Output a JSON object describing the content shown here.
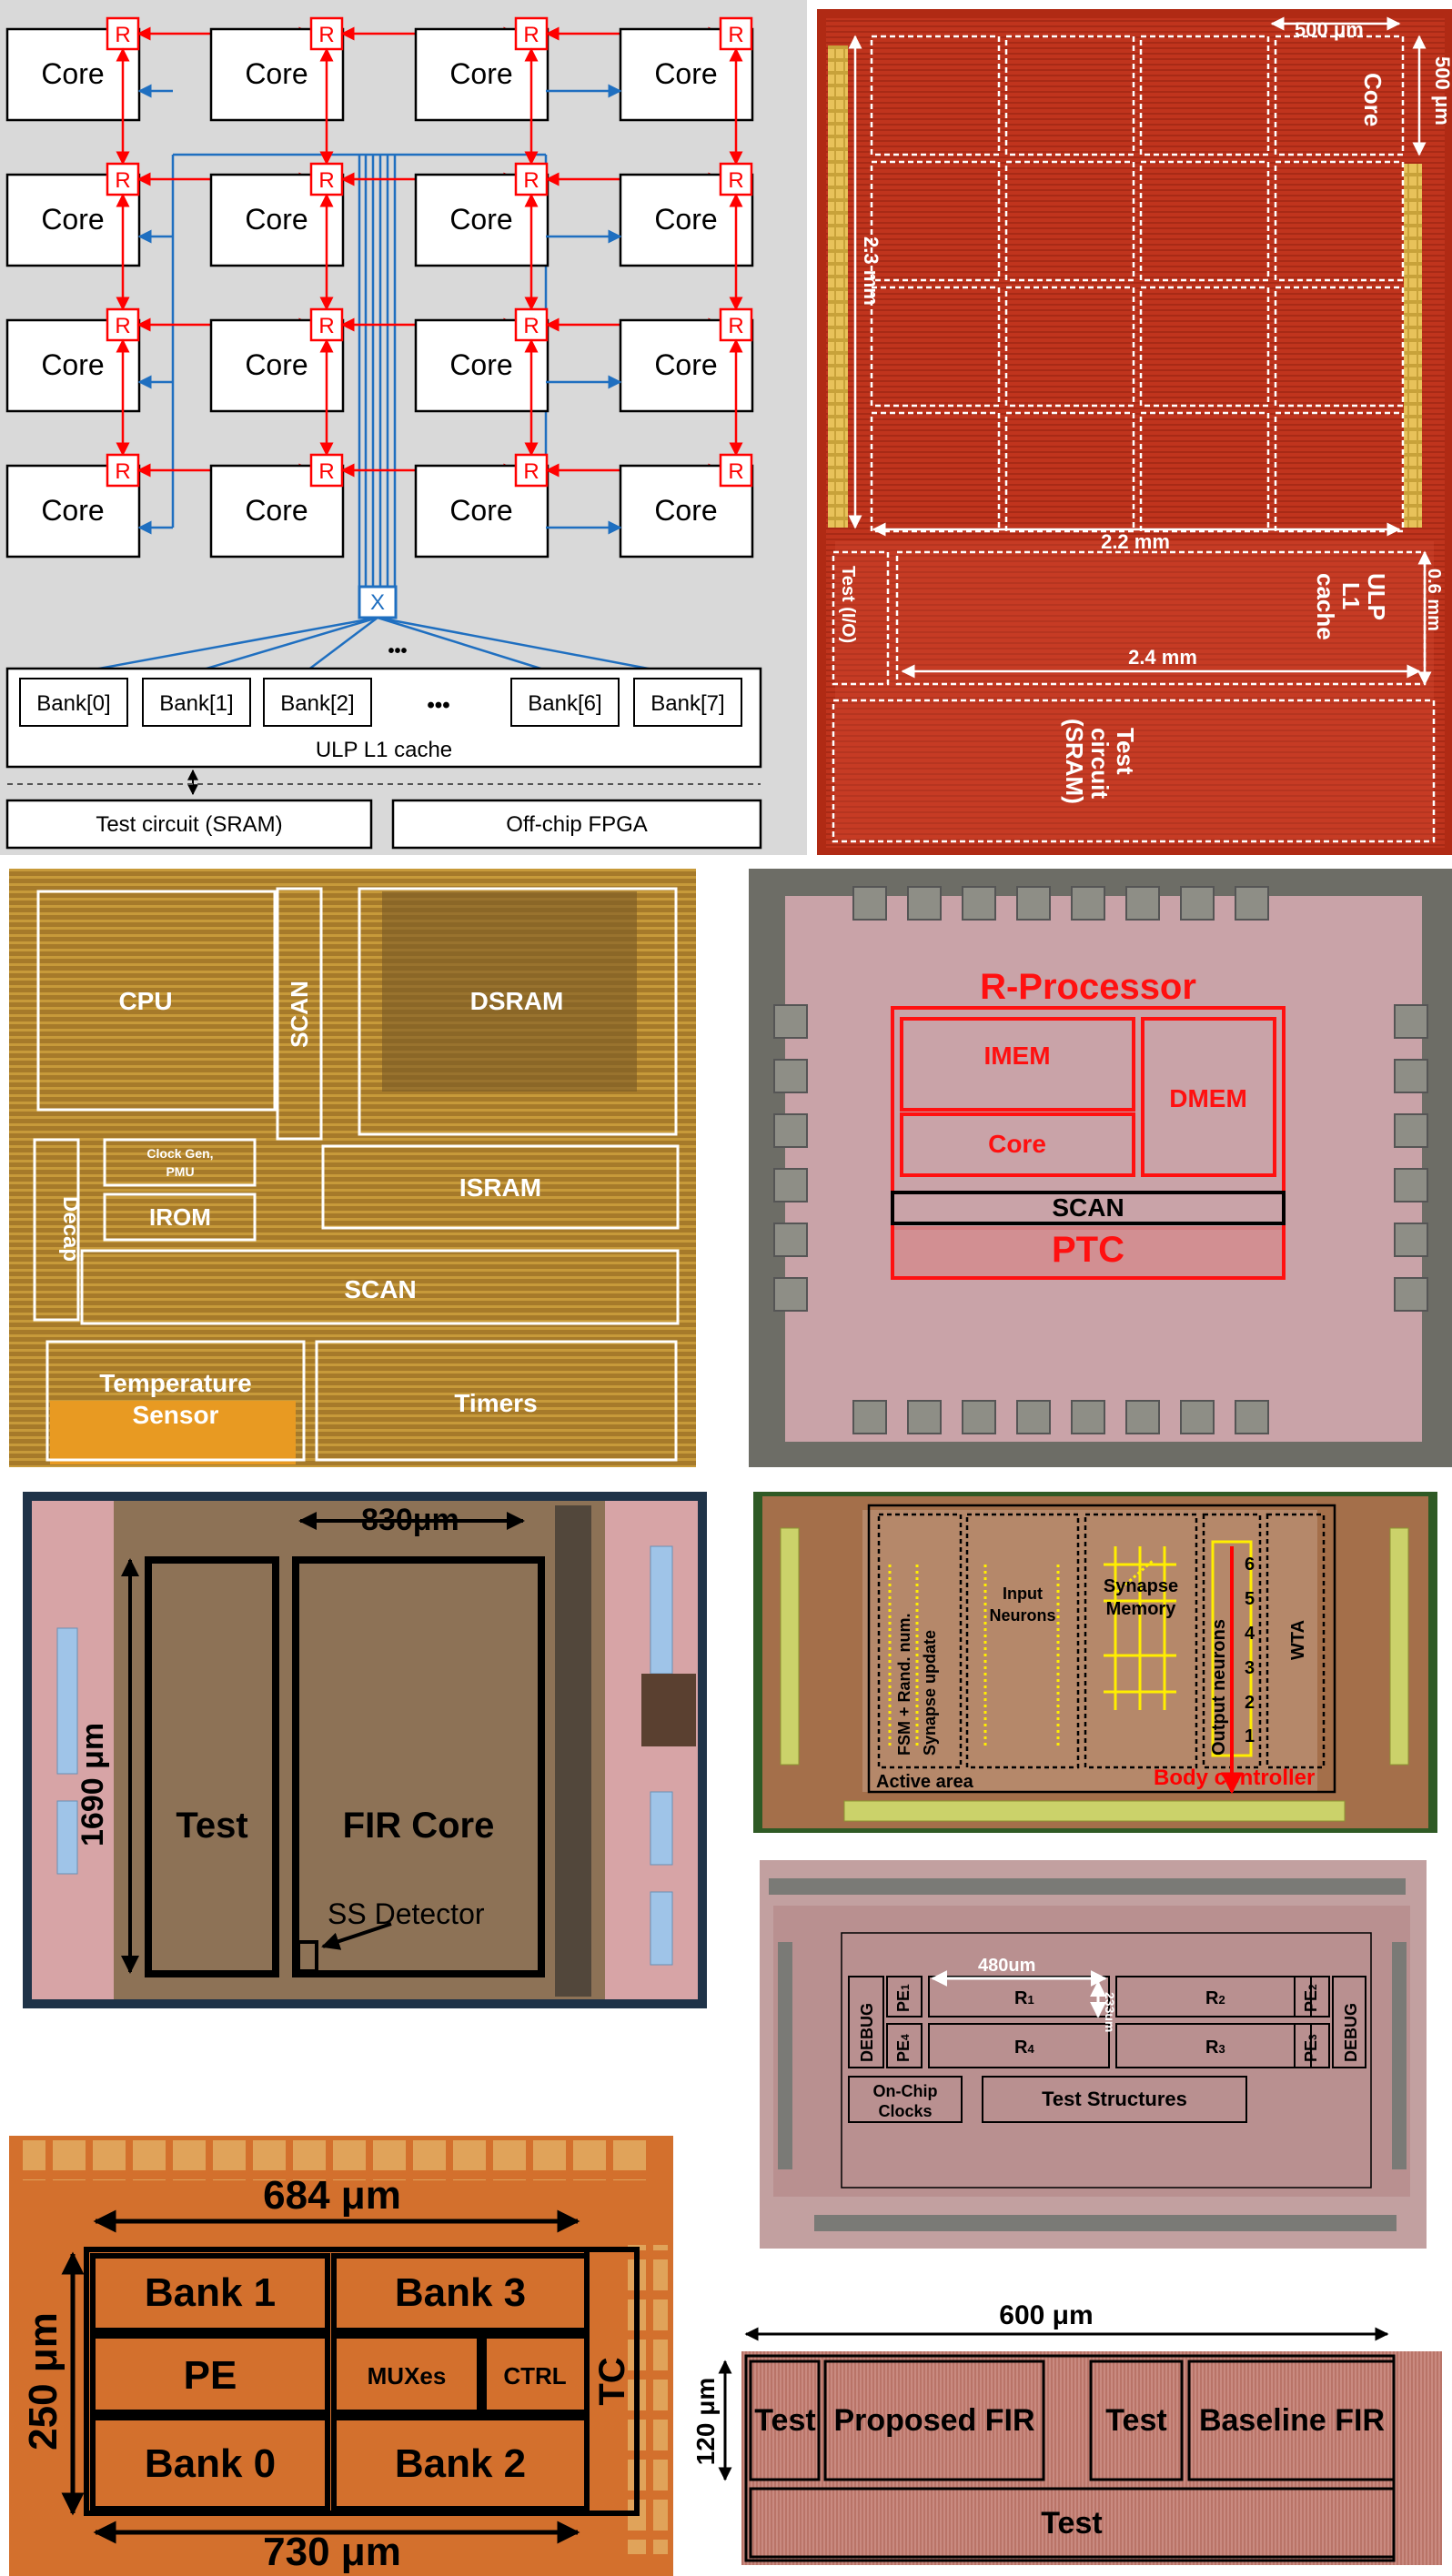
{
  "arch": {
    "core": "Core",
    "router": "R",
    "xbar": "X",
    "dots": "•••",
    "banks": [
      "Bank[0]",
      "Bank[1]",
      "Bank[2]",
      "Bank[6]",
      "Bank[7]"
    ],
    "bank_dots": "•••",
    "cache": "ULP L1 cache",
    "test": "Test circuit (SRAM)",
    "fpga": "Off-chip FPGA"
  },
  "die1": {
    "dim_500w": "500 μm",
    "dim_500h": "500 μm",
    "core": "Core",
    "dim_23": "2.3 mm",
    "dim_22": "2.2 mm",
    "test_io": "Test (I/O)",
    "ulp": "ULP",
    "l1": "L1",
    "cache": "cache",
    "dim_06": "0.6 mm",
    "dim_24": "2.4 mm",
    "test_sram": [
      "Test",
      "circuit",
      "(SRAM)"
    ]
  },
  "die2": {
    "cpu": "CPU",
    "scan_v": "SCAN",
    "dsram": "DSRAM",
    "clock": [
      "Clock Gen,",
      "PMU"
    ],
    "irom": "IROM",
    "decap": "Decap",
    "isram": "ISRAM",
    "scan": "SCAN",
    "temp": [
      "Temperature",
      "Sensor"
    ],
    "timers": "Timers"
  },
  "die3": {
    "title": "R-Processor",
    "imem": "IMEM",
    "dmem": "DMEM",
    "core": "Core",
    "scan": "SCAN",
    "ptc": "PTC"
  },
  "die4": {
    "dim_w": "830μm",
    "dim_h": "1690 μm",
    "test": "Test",
    "fir": "FIR Core",
    "ss": "SS Detector"
  },
  "die5": {
    "fsm": [
      "FSM + Rand. num.",
      "Synapse update"
    ],
    "input": [
      "Input",
      "Neurons"
    ],
    "synapse": [
      "Synapse",
      "Memory"
    ],
    "output": "Output neurons",
    "nums": [
      "1",
      "2",
      "3",
      "4",
      "5",
      "6"
    ],
    "wta": "WTA",
    "active": "Active area",
    "body": "Body controller"
  },
  "die6": {
    "dim_w": "480um",
    "dim_h": "233um",
    "debug": "DEBUG",
    "pe": [
      "PE",
      "PE",
      "PE",
      "PE"
    ],
    "pe_sub": [
      "1",
      "2",
      "3",
      "4"
    ],
    "r": [
      "R",
      "R",
      "R",
      "R"
    ],
    "r_sub": [
      "1",
      "2",
      "3",
      "4"
    ],
    "onchip": [
      "On-Chip",
      "Clocks"
    ],
    "test": "Test Structures"
  },
  "die7": {
    "dim_top": "684 μm",
    "dim_left": "250 μm",
    "dim_bottom": "730 μm",
    "bank1": "Bank 1",
    "bank3": "Bank 3",
    "pe": "PE",
    "mux": "MUXes",
    "ctrl": "CTRL",
    "tc": "TC",
    "bank0": "Bank 0",
    "bank2": "Bank 2"
  },
  "die8": {
    "dim_w": "600 μm",
    "dim_h": "120 μm",
    "test": "Test",
    "proposed": "Proposed FIR",
    "baseline": "Baseline FIR",
    "test_bottom": "Test"
  },
  "colors": {
    "router_red": "#ff0000",
    "bus_blue": "#1f6fc0",
    "die_red": "#c0341d",
    "die_gold": "#c79a3a",
    "die_pink": "#c9a3a8",
    "die_brown": "#8d7256",
    "die_orange": "#d3702d"
  }
}
